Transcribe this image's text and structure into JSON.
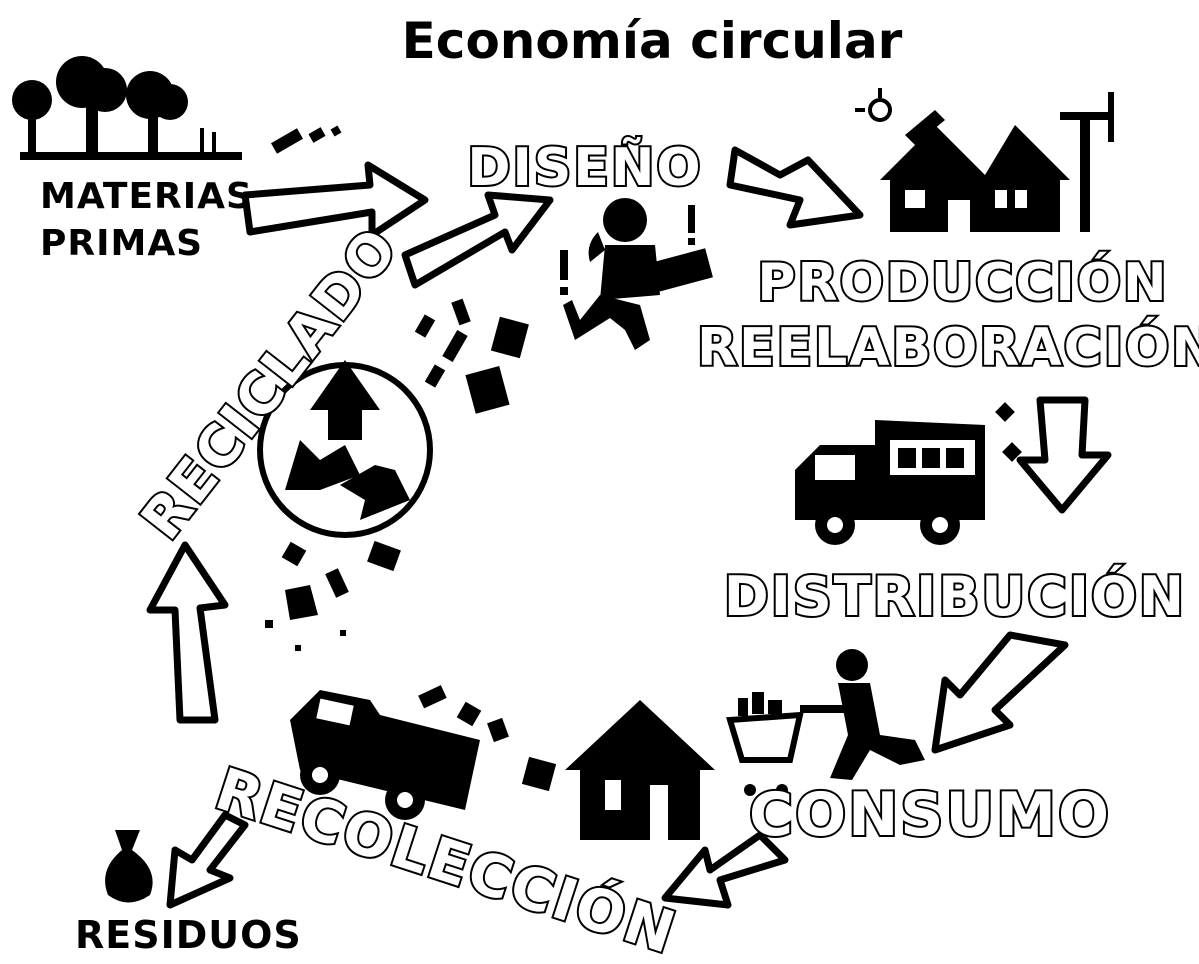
{
  "title": "Economía circular",
  "inputs": {
    "raw_materials_line1": "MATERIAS",
    "raw_materials_line2": "PRIMAS",
    "waste": "RESIDUOS"
  },
  "stages": {
    "design": "DISEÑO",
    "production_line1": "PRODUCCIÓN",
    "production_line2": "REELABORACIÓN",
    "distribution": "DISTRIBUCIÓN",
    "consumption": "CONSUMO",
    "collection": "RECOLECCIÓN",
    "recycling": "RECICLADO"
  },
  "icons": [
    "trees-icon",
    "designer-laptop-icon",
    "factory-icon",
    "delivery-truck-icon",
    "shopping-cart-person-icon",
    "house-icon",
    "garbage-truck-icon",
    "recycle-icon",
    "trash-bag-icon"
  ],
  "colors": {
    "ink": "#000000",
    "paper": "#ffffff"
  }
}
